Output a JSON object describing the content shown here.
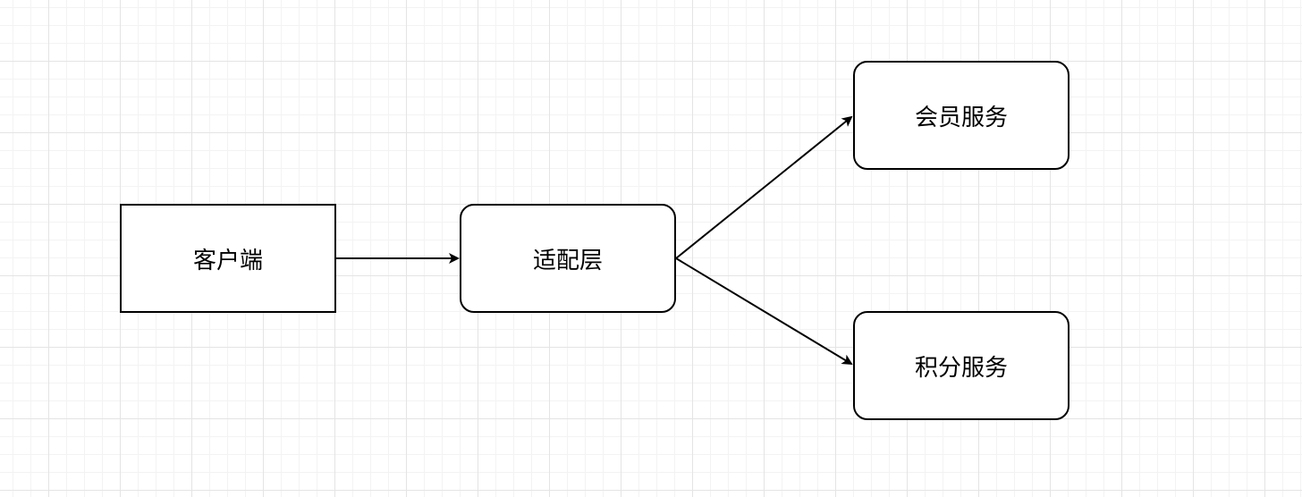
{
  "diagram": {
    "nodes": [
      {
        "id": "client",
        "label": "客户端",
        "shape": "rectangle"
      },
      {
        "id": "adapter",
        "label": "适配层",
        "shape": "rounded-rectangle"
      },
      {
        "id": "member",
        "label": "会员服务",
        "shape": "rounded-rectangle"
      },
      {
        "id": "points",
        "label": "积分服务",
        "shape": "rounded-rectangle"
      }
    ],
    "edges": [
      {
        "from": "client",
        "to": "adapter"
      },
      {
        "from": "adapter",
        "to": "member"
      },
      {
        "from": "adapter",
        "to": "points"
      }
    ],
    "colors": {
      "stroke": "#000000",
      "fill": "#ffffff",
      "grid": "#e4e4e4"
    }
  }
}
